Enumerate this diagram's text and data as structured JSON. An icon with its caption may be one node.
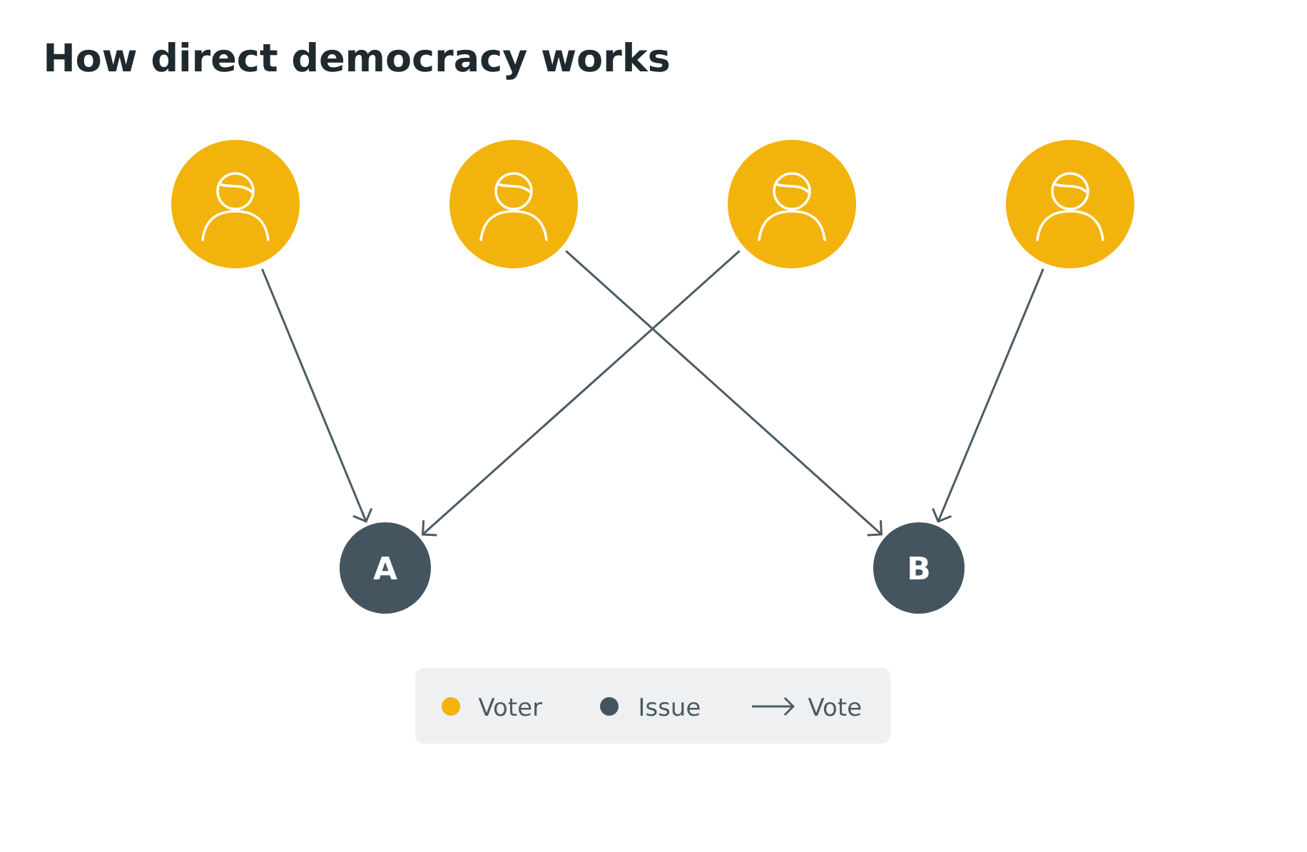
{
  "diagram": {
    "title": "How direct democracy works",
    "nodes": [
      {
        "text": [],
        "shape": "person"
      },
      {
        "text": [],
        "shape": "person"
      },
      {
        "text": [],
        "shape": "person"
      },
      {
        "text": [],
        "shape": "person"
      },
      {
        "text": [
          "A"
        ]
      },
      {
        "text": [
          "B"
        ]
      }
    ],
    "edges": [
      {
        "from": 0,
        "to": 4,
        "arrow": "to"
      },
      {
        "from": 1,
        "to": 5,
        "arrow": "to"
      },
      {
        "from": 2,
        "to": 4,
        "arrow": "to"
      },
      {
        "from": 3,
        "to": 5,
        "arrow": "to"
      }
    ],
    "legend": [
      {
        "text": "Voter",
        "color": "#f2b40c"
      },
      {
        "text": "Issue",
        "color": "#455560"
      },
      {
        "text": "Vote"
      }
    ]
  }
}
